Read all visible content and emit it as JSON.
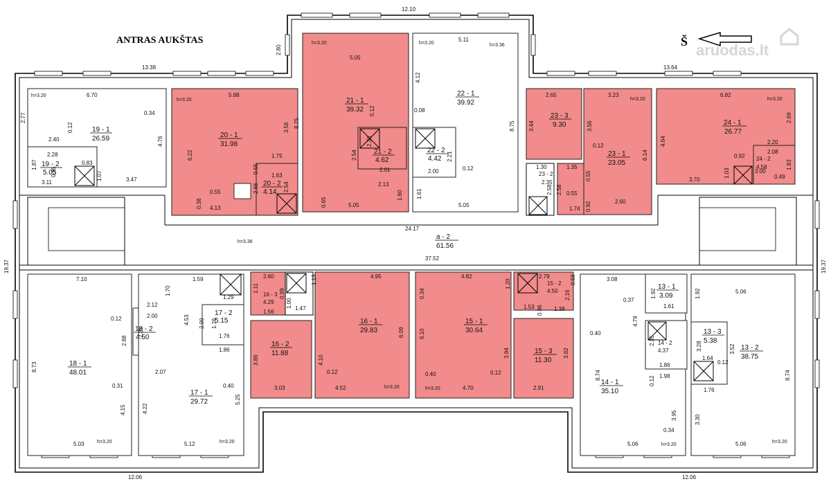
{
  "title": "ANTRAS AUKŠTAS",
  "north": {
    "label": "Š"
  },
  "watermark": "aruodas.lt",
  "colors": {
    "highlight": "#f28b8b",
    "wall": "#000000",
    "background": "#ffffff"
  },
  "dimensions": {
    "top_center": "12.10",
    "top_left": "13.38",
    "top_right": "13.64",
    "left_side": "19.37",
    "right_side": "19.37",
    "bottom_left": "12.06",
    "bottom_right": "12.06",
    "corridor_top": "24.17",
    "corridor_mid": "37.52",
    "d_280": "2.80"
  },
  "rooms": [
    {
      "id": "19 - 1",
      "area": "26.59"
    },
    {
      "id": "19 - 2",
      "area": "5.05"
    },
    {
      "id": "20 - 1",
      "area": "31.98"
    },
    {
      "id": "20 - 2",
      "area": "4.14"
    },
    {
      "id": "21 - 1",
      "area": "39.32"
    },
    {
      "id": "21 - 2",
      "area": "4.62"
    },
    {
      "id": "22 - 1",
      "area": "39.92"
    },
    {
      "id": "22 - 2",
      "area": "4.42"
    },
    {
      "id": "23 - 3",
      "area": "9.30"
    },
    {
      "id": "23 - 1",
      "area": "23.05"
    },
    {
      "id": "23 - 2",
      "area": "2.35"
    },
    {
      "id": "24 - 1",
      "area": "26.77"
    },
    {
      "id": "24 - 2",
      "area": "4.58"
    },
    {
      "id": "a - 2",
      "area": "61.56"
    },
    {
      "id": "18 - 1",
      "area": "48.01"
    },
    {
      "id": "18 - 2",
      "area": "4.50"
    },
    {
      "id": "17 - 1",
      "area": "29.72"
    },
    {
      "id": "17 - 2",
      "area": "5.15"
    },
    {
      "id": "16 - 1",
      "area": "29.83"
    },
    {
      "id": "16 - 2",
      "area": "11.88"
    },
    {
      "id": "16 - 3",
      "area": "4.29"
    },
    {
      "id": "15 - 1",
      "area": "30.64"
    },
    {
      "id": "15 - 2",
      "area": "4.50"
    },
    {
      "id": "15 - 3",
      "area": "11.30"
    },
    {
      "id": "14 - 1",
      "area": "35.10"
    },
    {
      "id": "14 - 2",
      "area": "4.37"
    },
    {
      "id": "13 - 1",
      "area": "3.09"
    },
    {
      "id": "13 - 2",
      "area": "38.75"
    },
    {
      "id": "13 - 3",
      "area": "5.38"
    }
  ],
  "heights": {
    "h320": "h=3.20",
    "h336": "h=3.36"
  },
  "labels": {
    "l_670": "6.70",
    "l_277": "2.77",
    "l_240": "2.40",
    "l_012a": "0.12",
    "l_034": "0.34",
    "l_476": "4.76",
    "l_228": "2.28",
    "l_187": "1.87",
    "l_095": "0.95",
    "l_083": "0.83",
    "l_107": "1.07",
    "l_311": "3.11",
    "l_347": "3.47",
    "l_588": "5.88",
    "l_622": "6.22",
    "l_356a": "3.56",
    "l_175": "1.75",
    "l_055a": "0.55",
    "l_055b": "0.55",
    "l_163": "1.63",
    "l_266": "2.66",
    "l_254a": "2.54",
    "l_038": "0.38",
    "l_413": "4.13",
    "l_505a": "5.05",
    "l_875a": "8.75",
    "l_012b": "0.12",
    "l_254b": "2.54",
    "l_238": "2.38",
    "l_201": "2.01",
    "l_213": "2.13",
    "l_160": "1.60",
    "l_065": "0.65",
    "l_505b": "5.05",
    "l_511": "5.11",
    "l_412": "4.12",
    "l_008": "0.08",
    "l_875b": "8.75",
    "l_221": "2.21",
    "l_200a": "2.00",
    "l_012c": "0.12",
    "l_161": "1.61",
    "l_505c": "5.05",
    "l_265": "2.65",
    "l_323": "3.23",
    "l_344": "3.44",
    "l_356b": "3.56",
    "l_012d": "0.12",
    "l_614": "6.14",
    "l_130": "1.30",
    "l_135": "1.35",
    "l_055c": "0.55",
    "l_258a": "2.58",
    "l_258b": "2.58",
    "l_055d": "0.55",
    "l_174": "1.74",
    "l_092a": "0.92",
    "l_260a": "2.60",
    "l_682": "6.82",
    "l_464": "4.64",
    "l_269": "2.69",
    "l_220": "2.20",
    "l_208": "2.08",
    "l_092b": "0.92",
    "l_300": "3.00",
    "l_183": "1.83",
    "l_103": "1.03",
    "l_370": "3.70",
    "l_049": "0.49",
    "l_710": "7.10",
    "l_170": "1.70",
    "l_212": "2.12",
    "l_200b": "2.00",
    "l_012e": "0.12",
    "l_288": "2.88",
    "l_225": "2.25",
    "l_873": "8.73",
    "l_031": "0.31",
    "l_415": "4.15",
    "l_503": "5.03",
    "l_159": "1.59",
    "l_453": "4.53",
    "l_129": "1.29",
    "l_176a": "1.76",
    "l_200c": "2.00",
    "l_176b": "1.76",
    "l_186a": "1.86",
    "l_207": "2.07",
    "l_040a": "0.40",
    "l_525": "5.25",
    "l_422": "4.22",
    "l_512": "5.12",
    "l_260b": "2.60",
    "l_099": "0.99",
    "l_111": "1.11",
    "l_113": "1.13",
    "l_100": "1.00",
    "l_147": "1.47",
    "l_156": "1.56",
    "l_495": "4.95",
    "l_386": "3.86",
    "l_410": "4.10",
    "l_012f": "0.12",
    "l_609": "6.09",
    "l_303": "3.03",
    "l_452": "4.52",
    "l_482": "4.82",
    "l_034b": "0.34",
    "l_120": "1.20",
    "l_279": "2.79",
    "l_059": "0.59",
    "l_216": "2.16",
    "l_153": "1.53",
    "l_096": "0.96",
    "l_138": "1.38",
    "l_610": "6.10",
    "l_394": "3.94",
    "l_012g": "0.12",
    "l_040b": "0.40",
    "l_470": "4.70",
    "l_382": "3.82",
    "l_291": "2.91",
    "l_308": "3.08",
    "l_037": "0.37",
    "l_192a": "1.92",
    "l_192b": "1.92",
    "l_161b": "1.61",
    "l_506a": "5.06",
    "l_479": "4.79",
    "l_040c": "0.40",
    "l_235": "2.35",
    "l_328": "3.28",
    "l_352": "3.52",
    "l_164": "1.64",
    "l_012h": "0.12",
    "l_186b": "1.86",
    "l_874a": "8.74",
    "l_874b": "8.74",
    "l_198": "1.98",
    "l_012i": "0.12",
    "l_176c": "1.76",
    "l_395": "3.95",
    "l_330": "3.30",
    "l_034c": "0.34",
    "l_506b": "5.06",
    "l_506c": "5.06"
  }
}
